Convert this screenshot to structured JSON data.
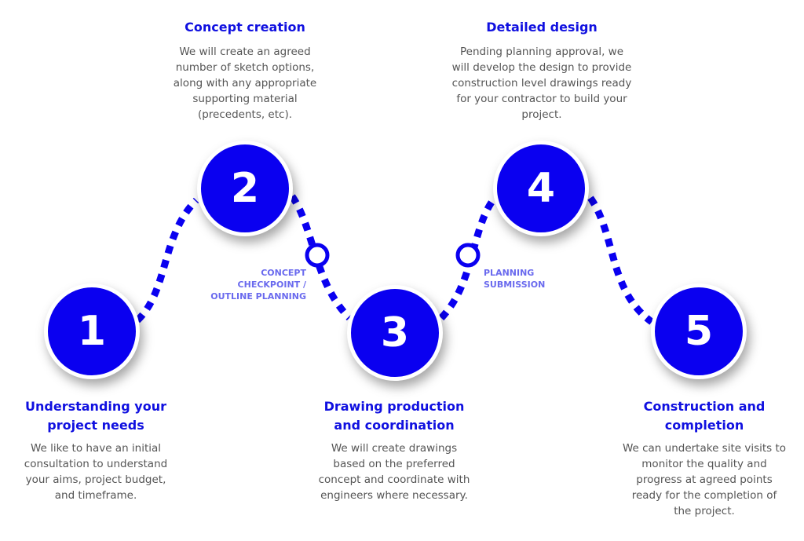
{
  "steps": [
    {
      "number": "1",
      "title": "Understanding your project needs",
      "desc": "We like to have an initial consultation to understand your aims, project budget, and timeframe."
    },
    {
      "number": "2",
      "title": "Concept creation",
      "desc": "We will create an agreed number of sketch options, along with any appropriate supporting material (precedents, etc)."
    },
    {
      "number": "3",
      "title": "Drawing production and coordination",
      "desc": "We will create drawings based on the preferred concept and coordinate with engineers where necessary."
    },
    {
      "number": "4",
      "title": "Detailed design",
      "desc": "Pending planning approval, we will develop the design to provide construction level drawings ready for your contractor to build your project."
    },
    {
      "number": "5",
      "title": "Construction and completion",
      "desc": "We can undertake site visits to monitor the quality and progress at agreed points ready for the completion of the project."
    }
  ],
  "checkpoints": [
    {
      "label": "CONCEPT CHECKPOINT / OUTLINE PLANNING"
    },
    {
      "label": "PLANNING SUBMISSION"
    }
  ],
  "colors": {
    "accent": "#0a00f0",
    "checkpoint_text": "#6a6aee"
  }
}
